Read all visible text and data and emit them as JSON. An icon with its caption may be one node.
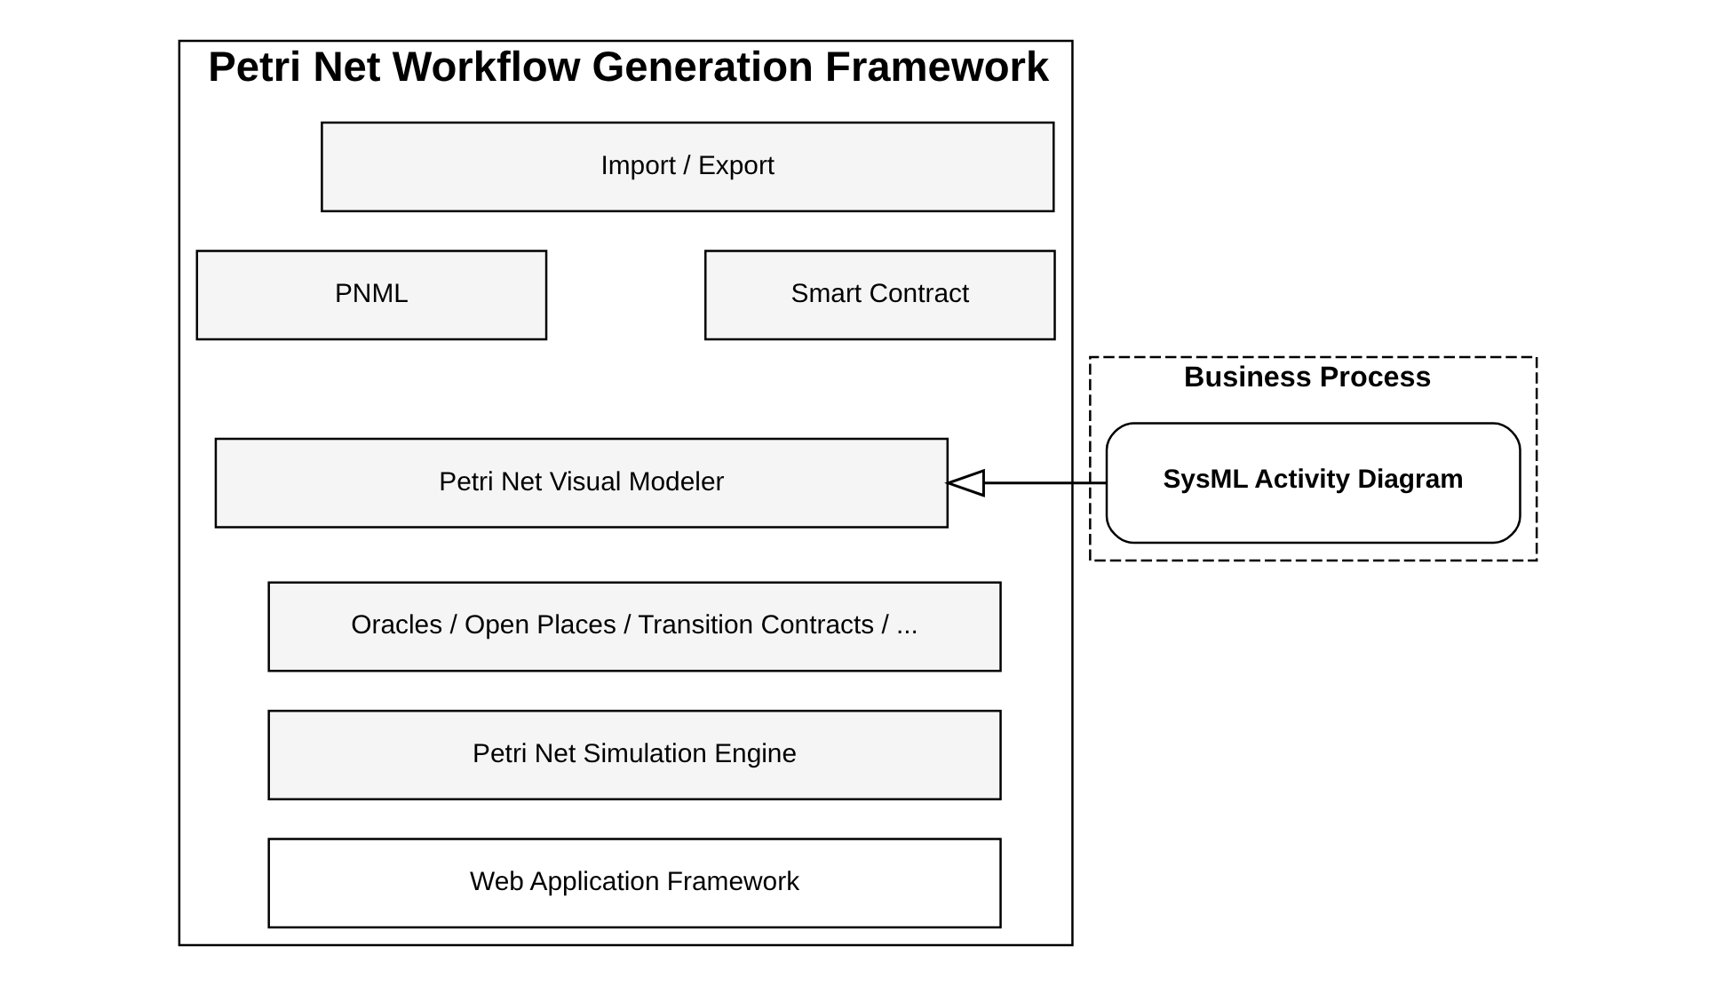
{
  "diagram": {
    "nodes": [
      {
        "text": [
          "Business Process"
        ]
      },
      {
        "text": [
          "SysML Activity Diagram"
        ],
        "in": 0
      },
      {
        "text": [
          "Petri Net Workflow Generation Framework"
        ]
      },
      {
        "text": [
          "Import / Export"
        ],
        "in": 2
      },
      {
        "text": [
          "PNML"
        ],
        "in": 2
      },
      {
        "text": [
          "Smart Contract"
        ],
        "in": 2
      },
      {
        "text": [
          "Petri Net Visual Modeler"
        ],
        "in": 2
      },
      {
        "text": [
          "Oracles / Open Places / Transition Contracts / ..."
        ],
        "in": 2
      },
      {
        "text": [
          "Petri Net Simulation Engine"
        ],
        "in": 2
      },
      {
        "text": [
          "Web Application Framework"
        ],
        "in": 2
      }
    ],
    "edges": [
      {
        "from": 1,
        "to": 6,
        "arrow": "to"
      }
    ]
  }
}
